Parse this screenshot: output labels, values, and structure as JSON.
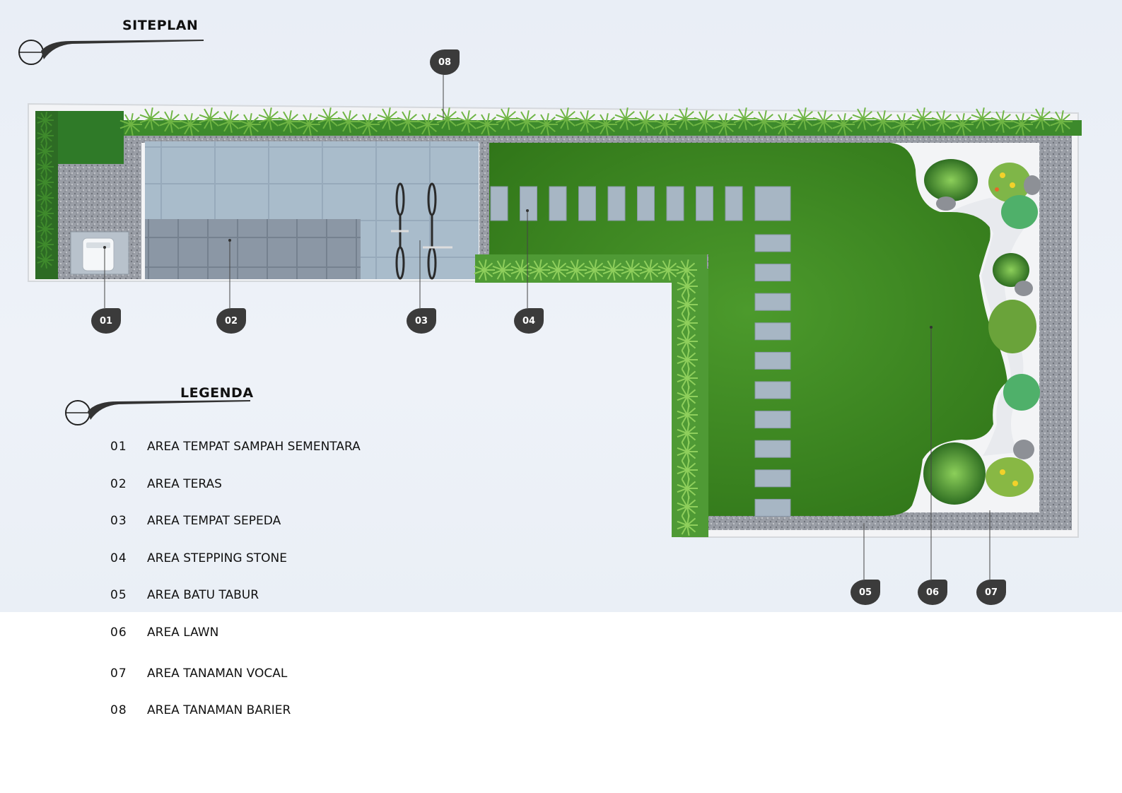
{
  "siteplan": {
    "title": "SITEPLAN"
  },
  "legend": {
    "title": "LEGENDA",
    "items": [
      {
        "num": "01",
        "label": "AREA TEMPAT SAMPAH SEMENTARA"
      },
      {
        "num": "02",
        "label": "AREA TERAS"
      },
      {
        "num": "03",
        "label": "AREA TEMPAT SEPEDA"
      },
      {
        "num": "04",
        "label": "AREA STEPPING STONE"
      },
      {
        "num": "05",
        "label": "AREA BATU TABUR"
      },
      {
        "num": "06",
        "label": "AREA LAWN"
      },
      {
        "num": "07",
        "label": "AREA TANAMAN VOCAL"
      },
      {
        "num": "08",
        "label": "AREA TANAMAN BARIER"
      }
    ]
  },
  "markers": [
    "01",
    "02",
    "03",
    "04",
    "05",
    "06",
    "07",
    "08"
  ],
  "colors": {
    "lawn": "#3f8a25",
    "paving": "#9fb1c0",
    "gravel": "#8e9299",
    "shrub": "#4d9b3a",
    "badge": "#3b3b3b"
  }
}
